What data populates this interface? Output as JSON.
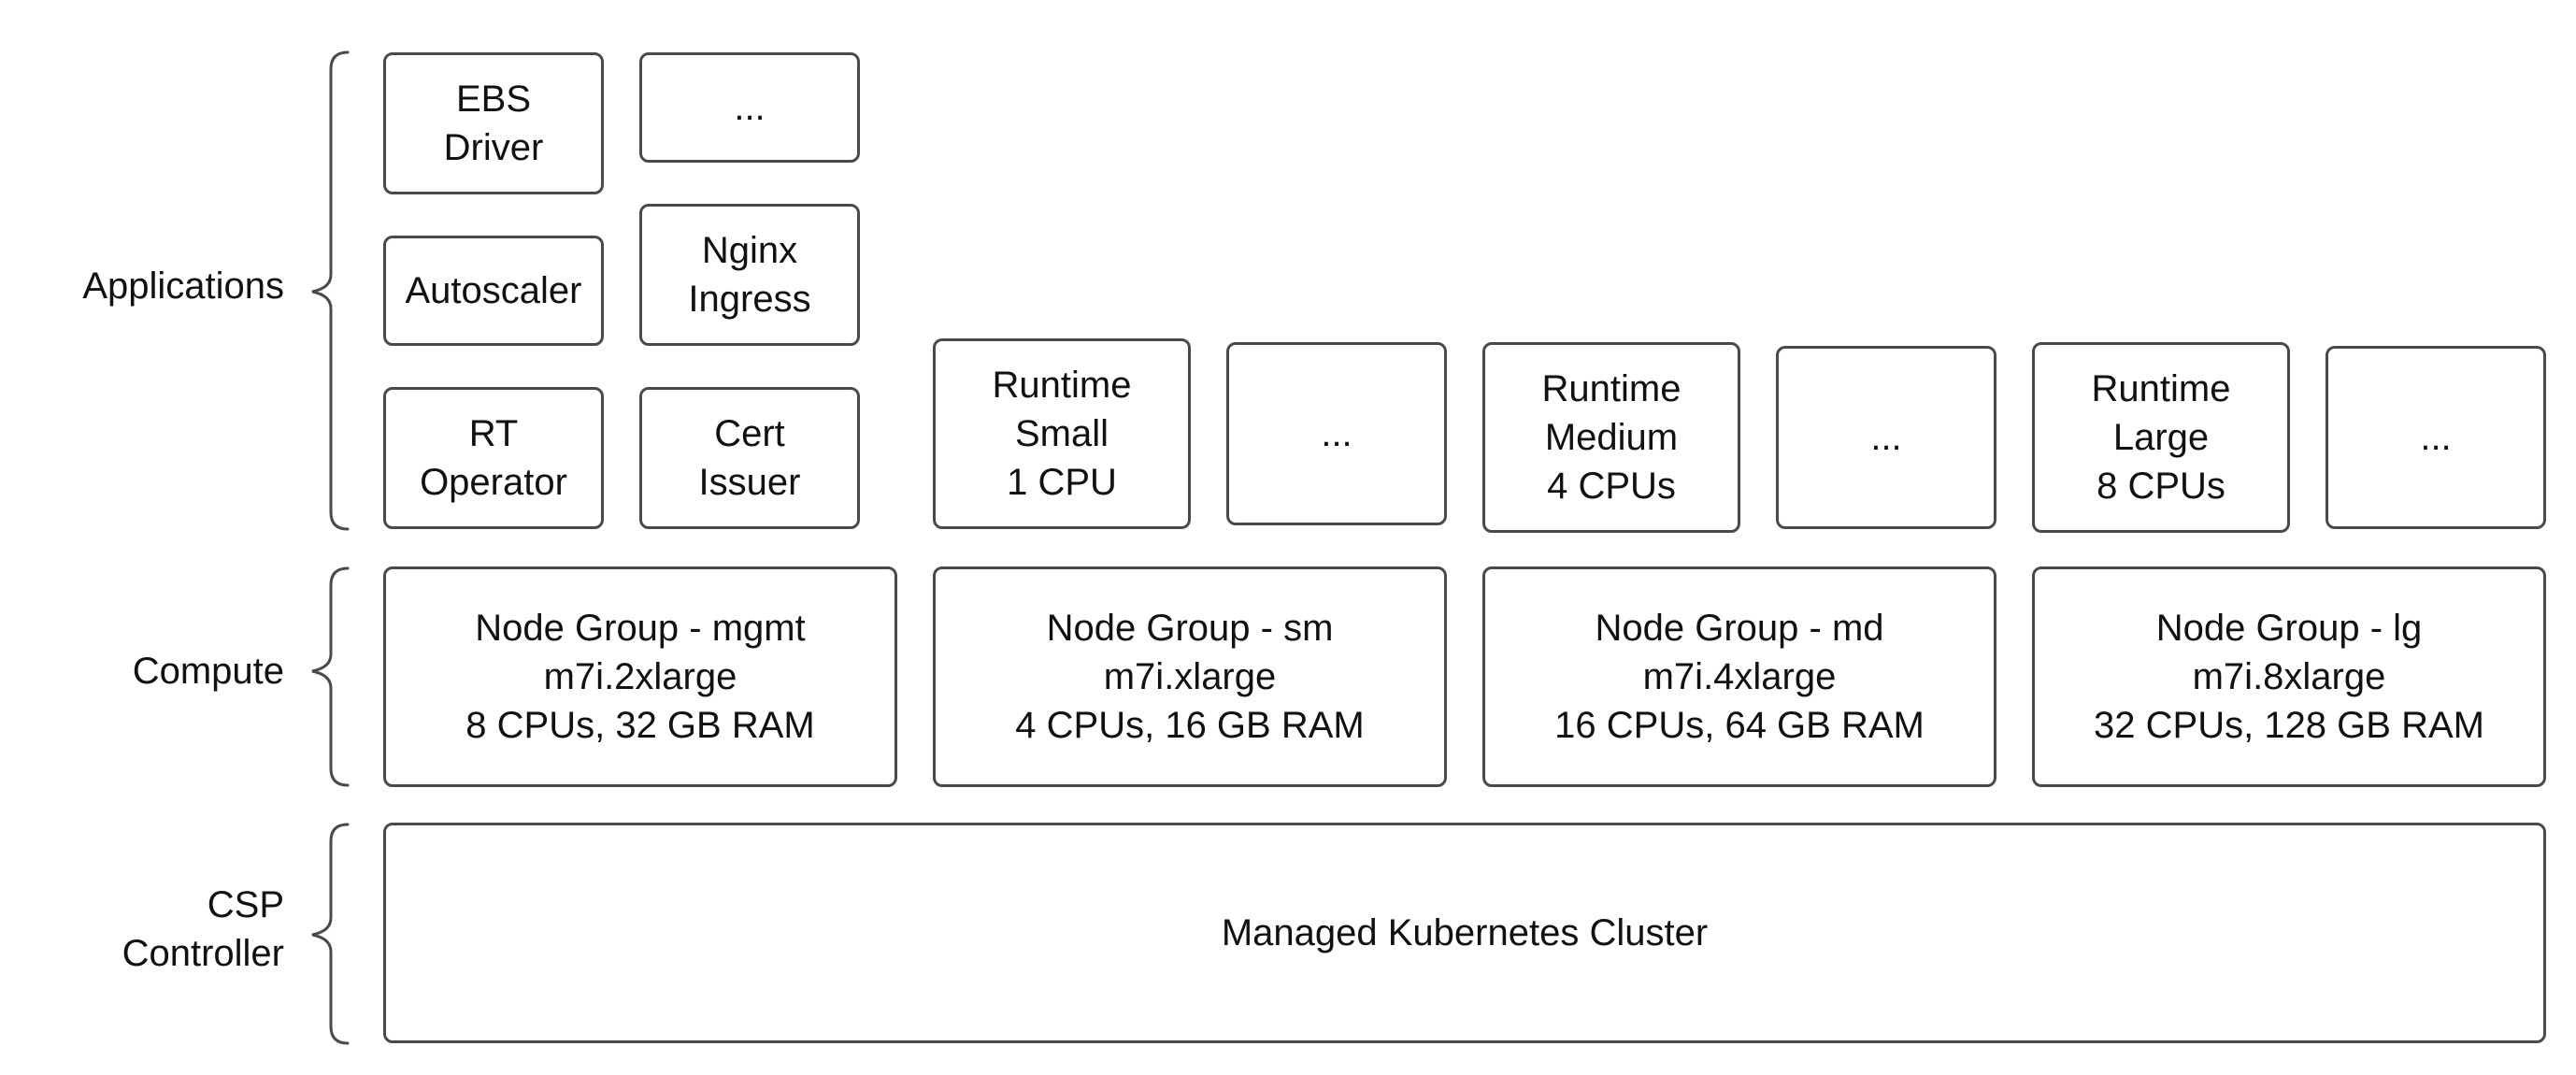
{
  "layers": {
    "applications": {
      "label": [
        "Applications"
      ]
    },
    "compute": {
      "label": [
        "Compute"
      ]
    },
    "csp": {
      "label": [
        "CSP",
        "Controller"
      ]
    }
  },
  "apps": {
    "ebs_driver": [
      "EBS",
      "Driver"
    ],
    "ellipsis_top": [
      "..."
    ],
    "autoscaler": [
      "Autoscaler"
    ],
    "nginx_ingress": [
      "Nginx",
      "Ingress"
    ],
    "rt_operator": [
      "RT",
      "Operator"
    ],
    "cert_issuer": [
      "Cert",
      "Issuer"
    ],
    "runtime_small": [
      "Runtime",
      "Small",
      "1 CPU"
    ],
    "ellipsis_sm": [
      "..."
    ],
    "runtime_medium": [
      "Runtime",
      "Medium",
      "4 CPUs"
    ],
    "ellipsis_md": [
      "..."
    ],
    "runtime_large": [
      "Runtime",
      "Large",
      "8 CPUs"
    ],
    "ellipsis_lg": [
      "..."
    ]
  },
  "node_groups": {
    "mgmt": [
      "Node Group - mgmt",
      "m7i.2xlarge",
      "8 CPUs, 32 GB RAM"
    ],
    "sm": [
      "Node Group - sm",
      "m7i.xlarge",
      "4 CPUs, 16 GB RAM"
    ],
    "md": [
      "Node Group - md",
      "m7i.4xlarge",
      "16 CPUs, 64 GB RAM"
    ],
    "lg": [
      "Node Group - lg",
      "m7i.8xlarge",
      "32 CPUs, 128 GB RAM"
    ]
  },
  "cluster": {
    "label": [
      "Managed Kubernetes Cluster"
    ]
  }
}
